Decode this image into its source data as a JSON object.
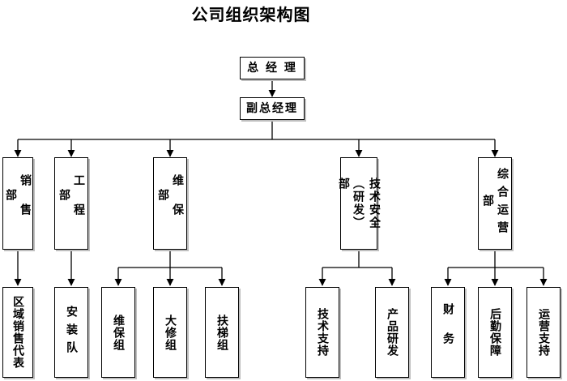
{
  "title": "公司组织架构图",
  "nodes": {
    "gm": "总 经 理",
    "vgm": "副总经理",
    "sales": "销售部",
    "engineering": "工程部",
    "maintenance": "维保部",
    "tech_col1": "技术安全",
    "tech_col2": "（研发）部",
    "ops": "综合运营部",
    "regional_sales_rep": "区域销售代表",
    "install_team": "安装队",
    "maint_group": "维保组",
    "overhaul_group": "大修组",
    "escalator_group": "扶梯组",
    "tech_support": "技术支持",
    "product_rd": "产品研发",
    "finance": "财务",
    "logistics": "后勤保障",
    "ops_support": "运营支持"
  }
}
